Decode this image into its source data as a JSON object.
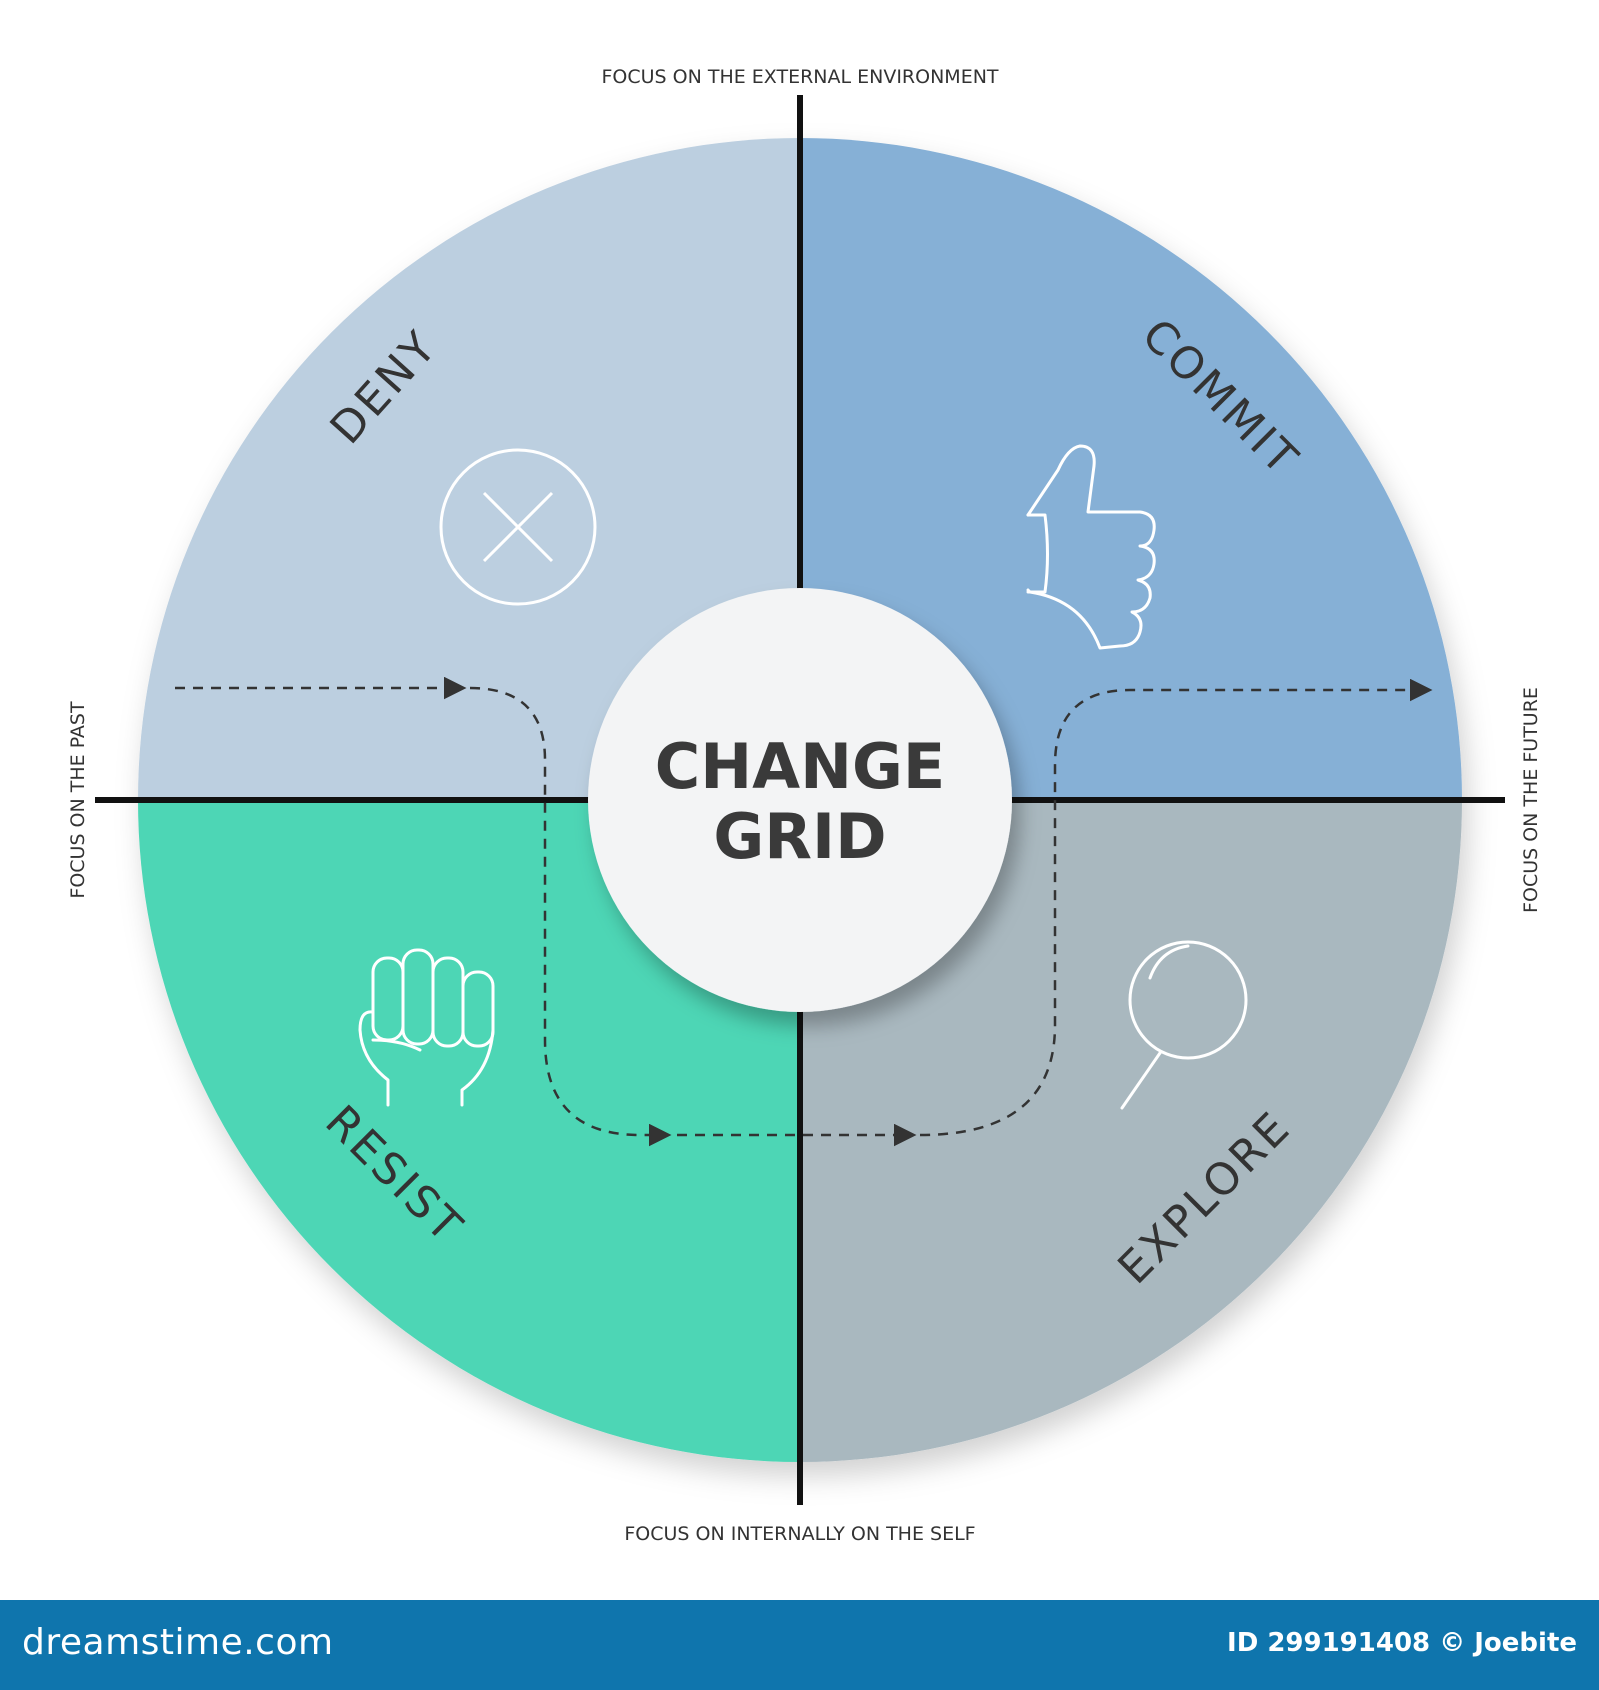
{
  "axes": {
    "top": "FOCUS ON THE EXTERNAL ENVIRONMENT",
    "bottom": "FOCUS ON INTERNALLY ON THE SELF",
    "left": "FOCUS ON THE PAST",
    "right": "FOCUS ON THE FUTURE"
  },
  "center": {
    "line1": "CHANGE",
    "line2": "GRID"
  },
  "quadrants": [
    {
      "label": "DENY",
      "color": "#bccfe0",
      "icon": "x-circle-icon"
    },
    {
      "label": "COMMIT",
      "color": "#86b0d6",
      "icon": "thumbs-up-icon"
    },
    {
      "label": "RESIST",
      "color": "#4ed6b5",
      "icon": "fist-icon"
    },
    {
      "label": "EXPLORE",
      "color": "#a9b8bf",
      "icon": "magnifier-icon"
    }
  ],
  "colors": {
    "axis": "#111111",
    "path": "#333333",
    "text": "#333333",
    "footer": "#0f75ad"
  },
  "footer": {
    "brand": "dreamstime.com",
    "photo_id": "ID 299191408 © Joebite"
  }
}
